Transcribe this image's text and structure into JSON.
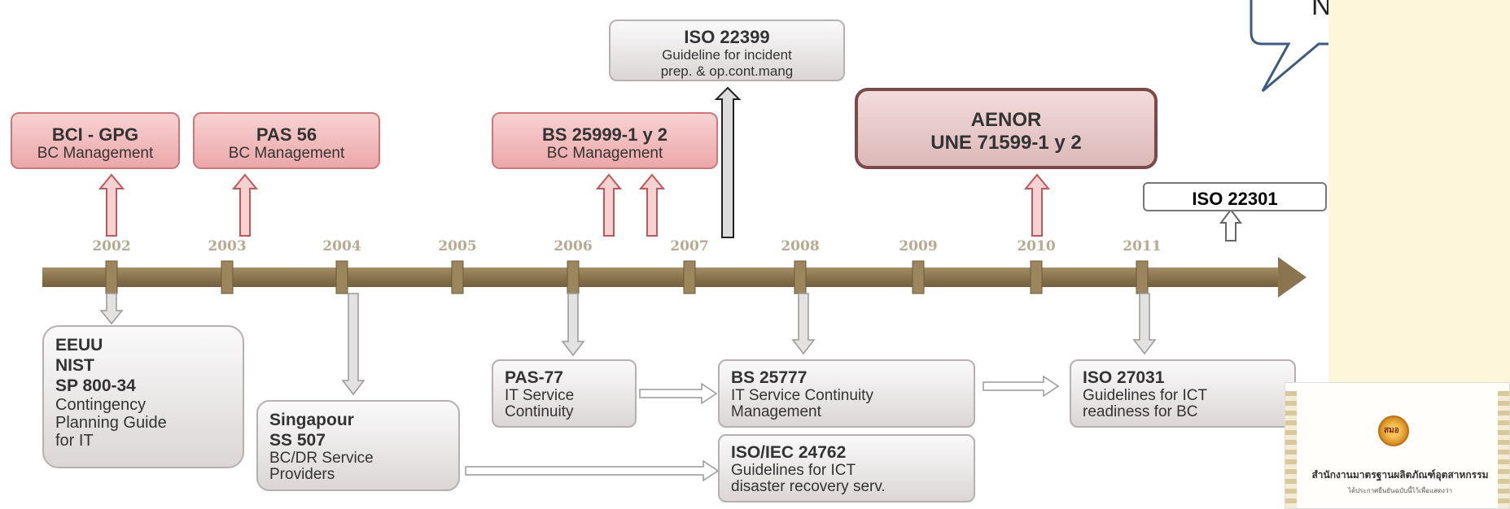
{
  "callout": {
    "text": "New"
  },
  "years": [
    "2002",
    "2003",
    "2004",
    "2005",
    "2006",
    "2007",
    "2008",
    "2009",
    "2010",
    "2011"
  ],
  "above": {
    "bci": {
      "title": "BCI - GPG",
      "subtitle": "BC Management"
    },
    "pas56": {
      "title": "PAS 56",
      "subtitle": "BC Management"
    },
    "bs25999": {
      "title": "BS 25999-1 y 2",
      "subtitle": "BC Management"
    },
    "iso22399": {
      "title": "ISO 22399",
      "line1": "Guideline for incident",
      "line2": "prep. & op.cont.mang"
    },
    "aenor": {
      "title": "AENOR",
      "title2": "UNE 71599-1 y 2"
    },
    "iso22301": {
      "title": "ISO 22301"
    }
  },
  "below": {
    "eeuu": {
      "l1": "EEUU",
      "l2": "NIST",
      "l3": "SP 800-34",
      "s1": "Contingency",
      "s2": "Planning Guide",
      "s3": "for IT"
    },
    "singapour": {
      "l1": "Singapour",
      "l2": "SS 507",
      "s1": "BC/DR Service",
      "s2": "Providers"
    },
    "pas77": {
      "title": "PAS-77",
      "s1": "IT Service",
      "s2": "Continuity"
    },
    "bs25777": {
      "title": "BS 25777",
      "s1": "IT Service Continuity",
      "s2": "Management"
    },
    "iso24762": {
      "title": "ISO/IEC  24762",
      "s1": "Guidelines for ICT",
      "s2": "disaster recovery serv."
    },
    "iso27031": {
      "title": "ISO 27031",
      "s1": "Guidelines for ICT",
      "s2": "readiness for BC"
    }
  },
  "document": {
    "seal_text": "สมอ",
    "org": "สำนักงานมาตรฐานผลิตภัณฑ์อุตสาหกรรม",
    "sub": "ได้ประกาศยืนยันฉบับนี้ไว้เพื่อแสดงว่า"
  }
}
